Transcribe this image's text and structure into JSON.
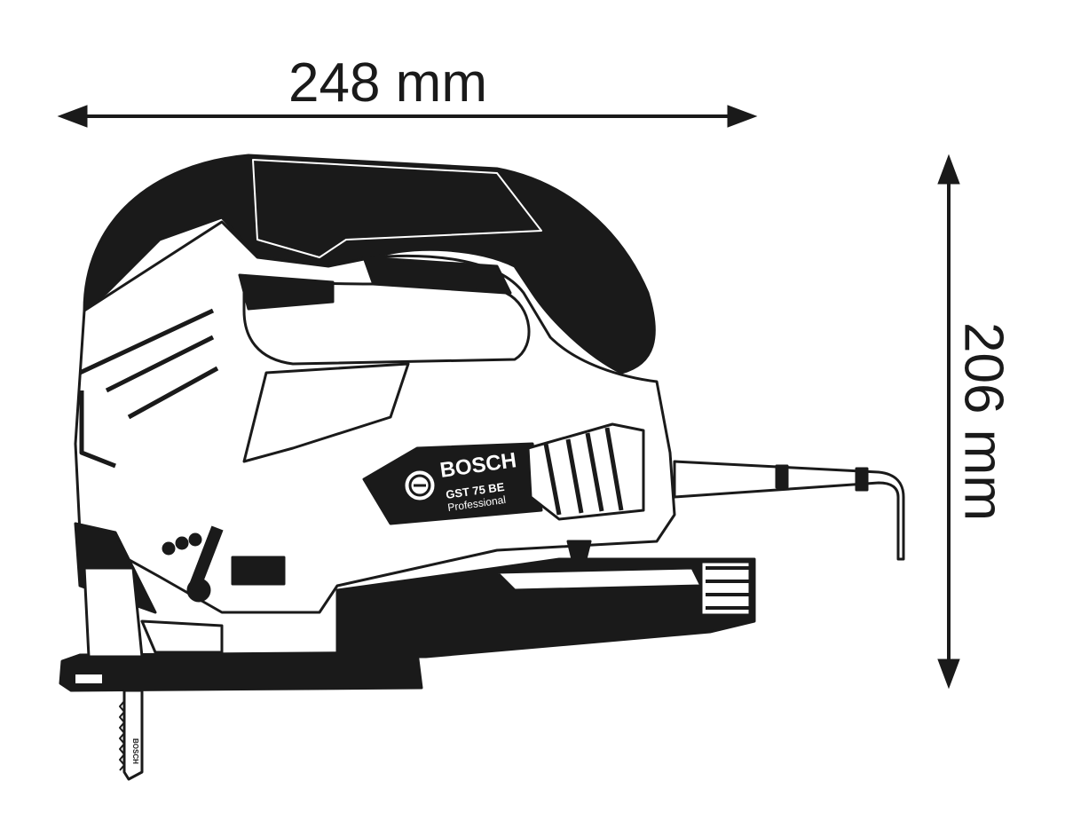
{
  "dimensions": {
    "width_label": "248 mm",
    "height_label": "206 mm"
  },
  "product": {
    "brand": "BOSCH",
    "model": "GST 75 BE",
    "line": "Professional",
    "blade_brand": "BOSCH"
  },
  "colors": {
    "ink": "#1a1a1a",
    "background": "#ffffff"
  }
}
